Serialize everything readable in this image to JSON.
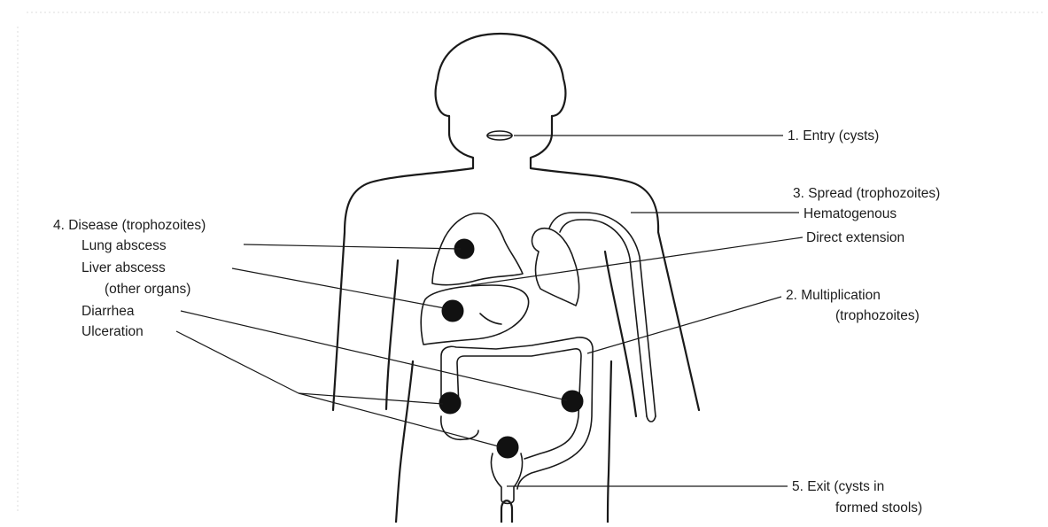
{
  "labels": {
    "entry": "1. Entry (cysts)",
    "spread": "3. Spread (trophozoites)",
    "hematogenous": "Hematogenous",
    "direct_extension": "Direct extension",
    "multiplication_1": "2. Multiplication",
    "multiplication_2": "(trophozoites)",
    "exit_1": "5. Exit (cysts in",
    "exit_2": "formed stools)",
    "disease": "4. Disease (trophozoites)",
    "lung_abscess": "Lung abscess",
    "liver_abscess": "Liver abscess",
    "other_organs": "(other organs)",
    "diarrhea": "Diarrhea",
    "ulceration": "Ulceration"
  }
}
